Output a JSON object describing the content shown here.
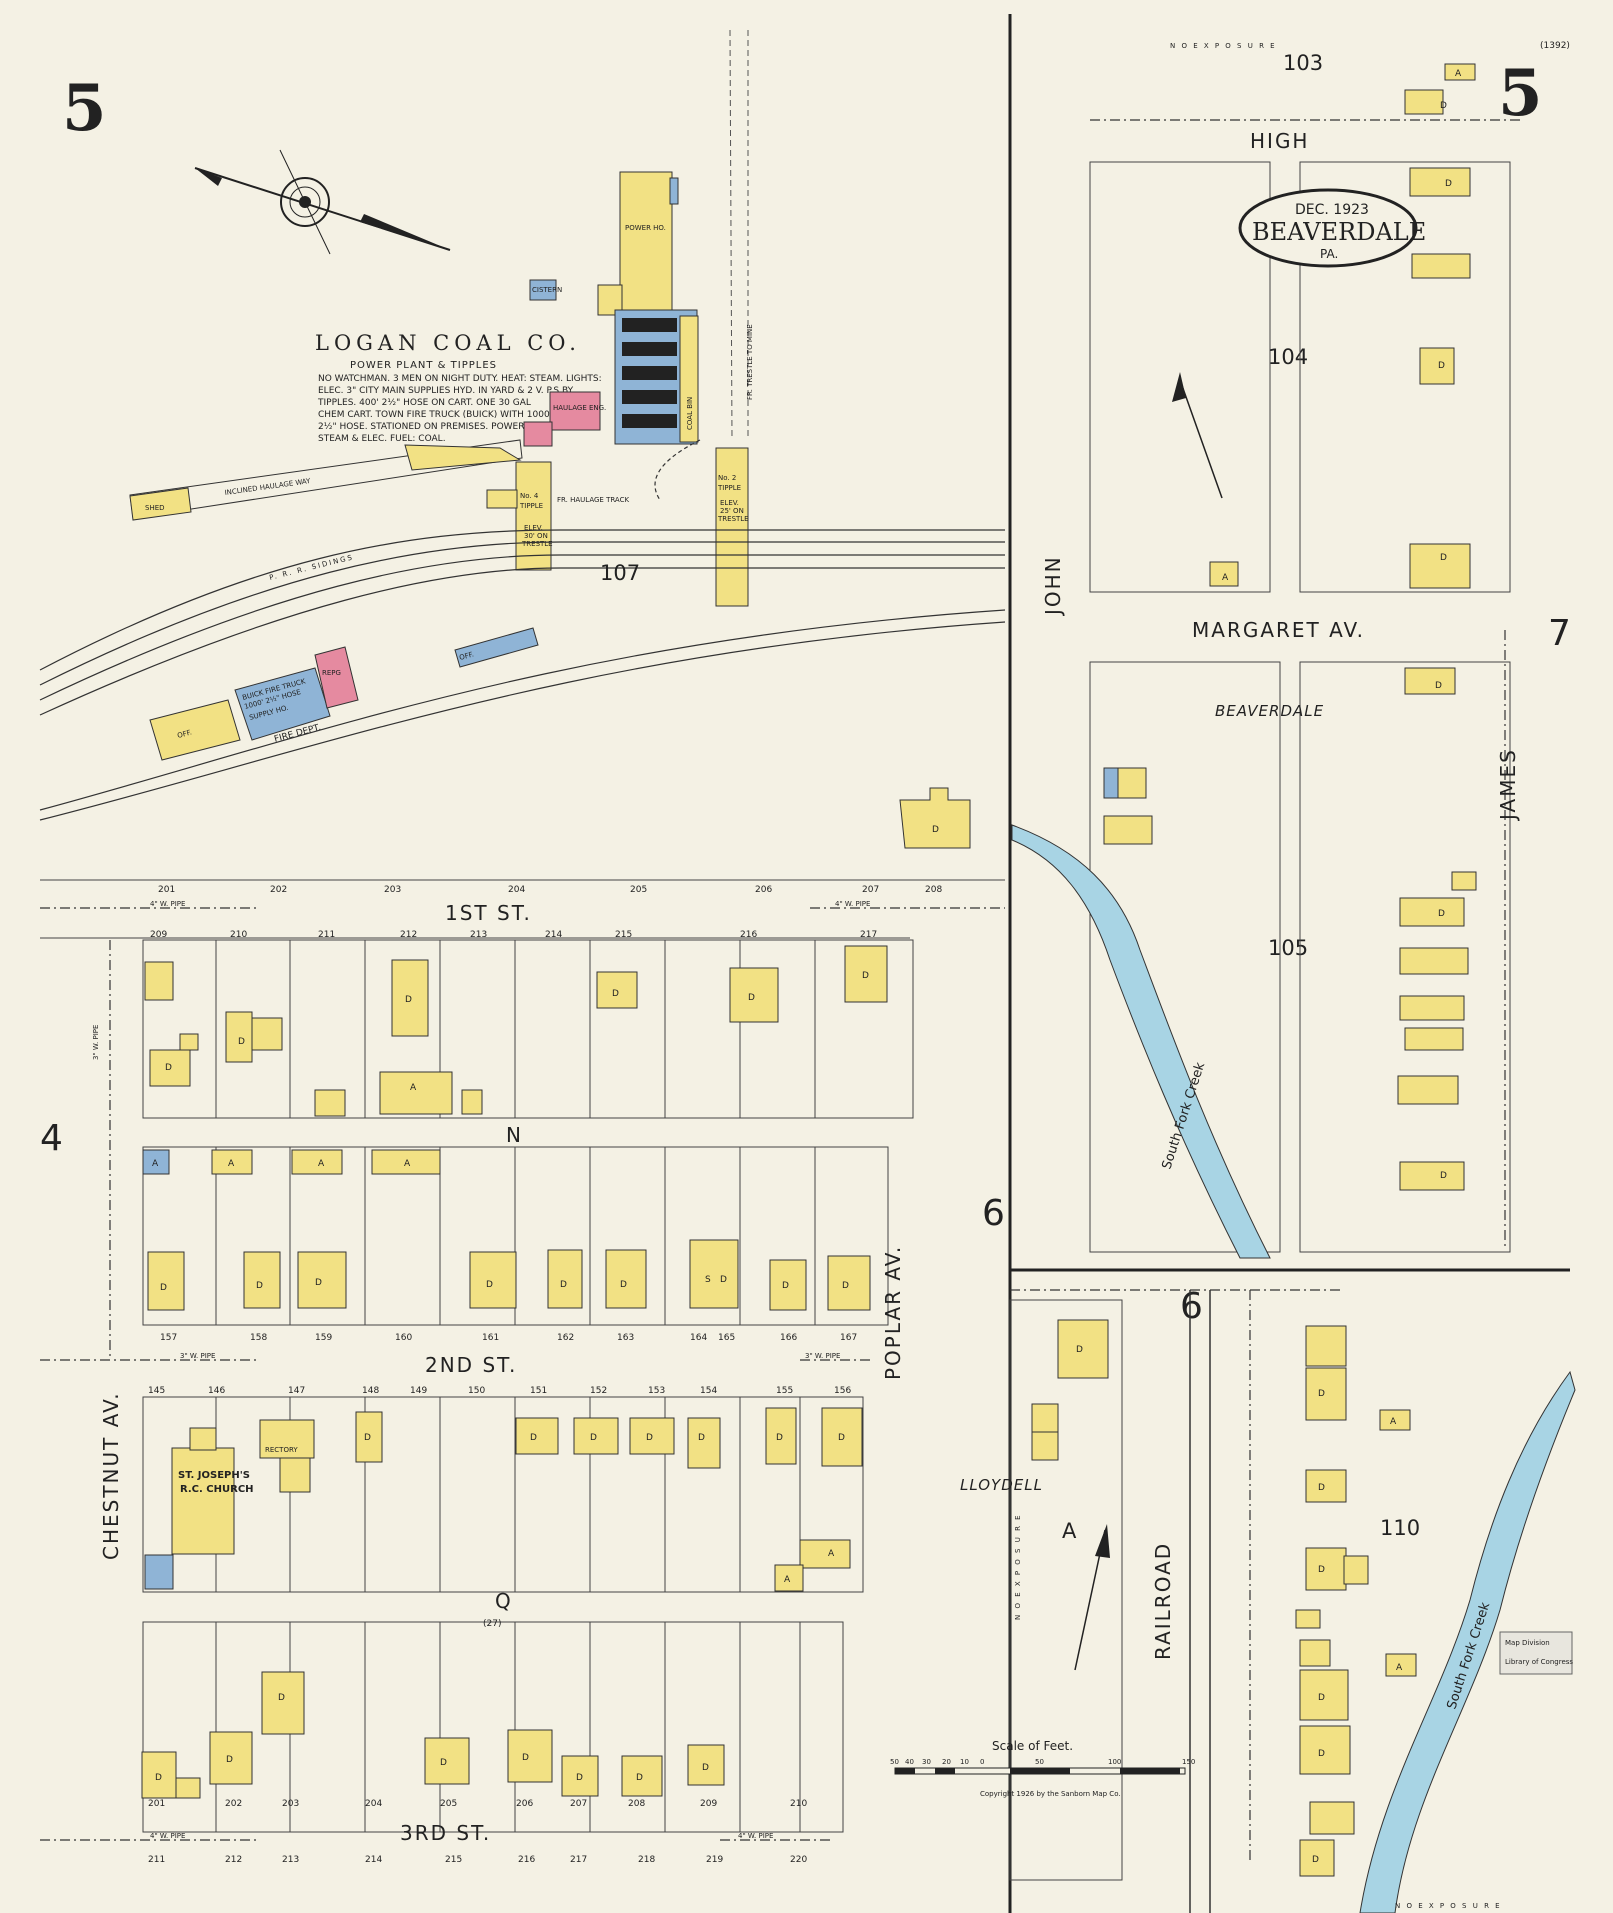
{
  "sheet": {
    "number": "5",
    "corner_code": "(1392)"
  },
  "cartouche": {
    "date": "DEC. 1923",
    "town": "BEAVERDALE",
    "state": "PA."
  },
  "logan": {
    "name": "LOGAN COAL CO.",
    "sub": "POWER PLANT & TIPPLES",
    "notes": [
      "NO WATCHMAN. 3 MEN ON NIGHT DUTY. HEAT: STEAM. LIGHTS:",
      "ELEC. 3\" CITY MAIN SUPPLIES HYD. IN YARD & 2 V. P.S BY",
      "TIPPLES. 400' 2½\" HOSE ON CART. ONE 30 GAL",
      "CHEM CART. TOWN FIRE TRUCK (BUICK) WITH 1000'",
      "2½\" HOSE. STATIONED ON PREMISES. POWER:",
      "STEAM & ELEC. FUEL: COAL."
    ],
    "power_house": "POWER HO.",
    "coal_bin": "COAL BIN",
    "haulage_eng": "HAULAGE ENG.",
    "tipple4": [
      "No. 4",
      "TIPPLE",
      "ELEV.",
      "30' ON",
      "TRESTLE"
    ],
    "tipple2": [
      "No. 2",
      "TIPPLE",
      "ELEV.",
      "25' ON",
      "TRESTLE"
    ],
    "trestle": "FR. TRESTLE TO MINE",
    "haulage_track": "FR. HAULAGE TRACK",
    "inclined": "INCLINED HAULAGE WAY",
    "shed": "SHED",
    "prr": "P. R. R. SIDINGS",
    "buick": [
      "BUICK FIRE TRUCK",
      "1000' 2½\" HOSE",
      "SUPPLY HO."
    ],
    "fire_dept": "FIRE DEPT.",
    "repg": "REPG",
    "off": "OFF.",
    "cistern": "CISTERN"
  },
  "streets": {
    "first": "1ST ST.",
    "second": "2ND ST.",
    "third": "3RD ST.",
    "chestnut": "CHESTNUT AV.",
    "poplar": "POPLAR AV.",
    "john": "JOHN",
    "james": "JAMES",
    "high": "HIGH",
    "margaret": "MARGARET AV.",
    "railroad": "RAILROAD",
    "n": "N",
    "q": "Q",
    "q_num": "(27)"
  },
  "places": {
    "beaverdale": "BEAVERDALE",
    "lloydell": "LLOYDELL",
    "church": [
      "ST. JOSEPH'S",
      "R.C. CHURCH"
    ],
    "rectory": "RECTORY",
    "creek": "South Fork Creek"
  },
  "blocks": [
    "103",
    "104",
    "105",
    "107",
    "110",
    "A"
  ],
  "adjacent": [
    "4",
    "6",
    "6",
    "7"
  ],
  "lots": {
    "first_n": [
      "209",
      "210",
      "211",
      "212",
      "213",
      "214",
      "215",
      "216",
      "217"
    ],
    "first_s": [
      "201",
      "202",
      "203",
      "204",
      "205",
      "206",
      "207",
      "208"
    ],
    "second_n": [
      "157",
      "158",
      "159",
      "160",
      "161",
      "162",
      "163",
      "164",
      "165",
      "166",
      "167"
    ],
    "second_s": [
      "145",
      "146",
      "147",
      "148",
      "149",
      "150",
      "151",
      "152",
      "153",
      "154",
      "155",
      "156"
    ],
    "third_n": [
      "201",
      "202",
      "203",
      "204",
      "205",
      "206",
      "207",
      "208",
      "209",
      "210"
    ],
    "third_s": [
      "211",
      "212",
      "213",
      "214",
      "215",
      "216",
      "217",
      "218",
      "219",
      "220"
    ]
  },
  "pipes": {
    "four": "4\" W. PIPE",
    "three": "3\" W. PIPE"
  },
  "scale": {
    "title": "Scale of Feet.",
    "ticks": [
      "50",
      "40",
      "30",
      "20",
      "10",
      "0",
      "50",
      "100",
      "150"
    ]
  },
  "copyright": "Copyright 1926 by the Sanborn Map Co.",
  "exposure": "N O   E X P O S U R E",
  "stamp": [
    "Map Division",
    "Library of Congress"
  ],
  "labels": {
    "d": "D",
    "a": "A",
    "s": "S"
  }
}
